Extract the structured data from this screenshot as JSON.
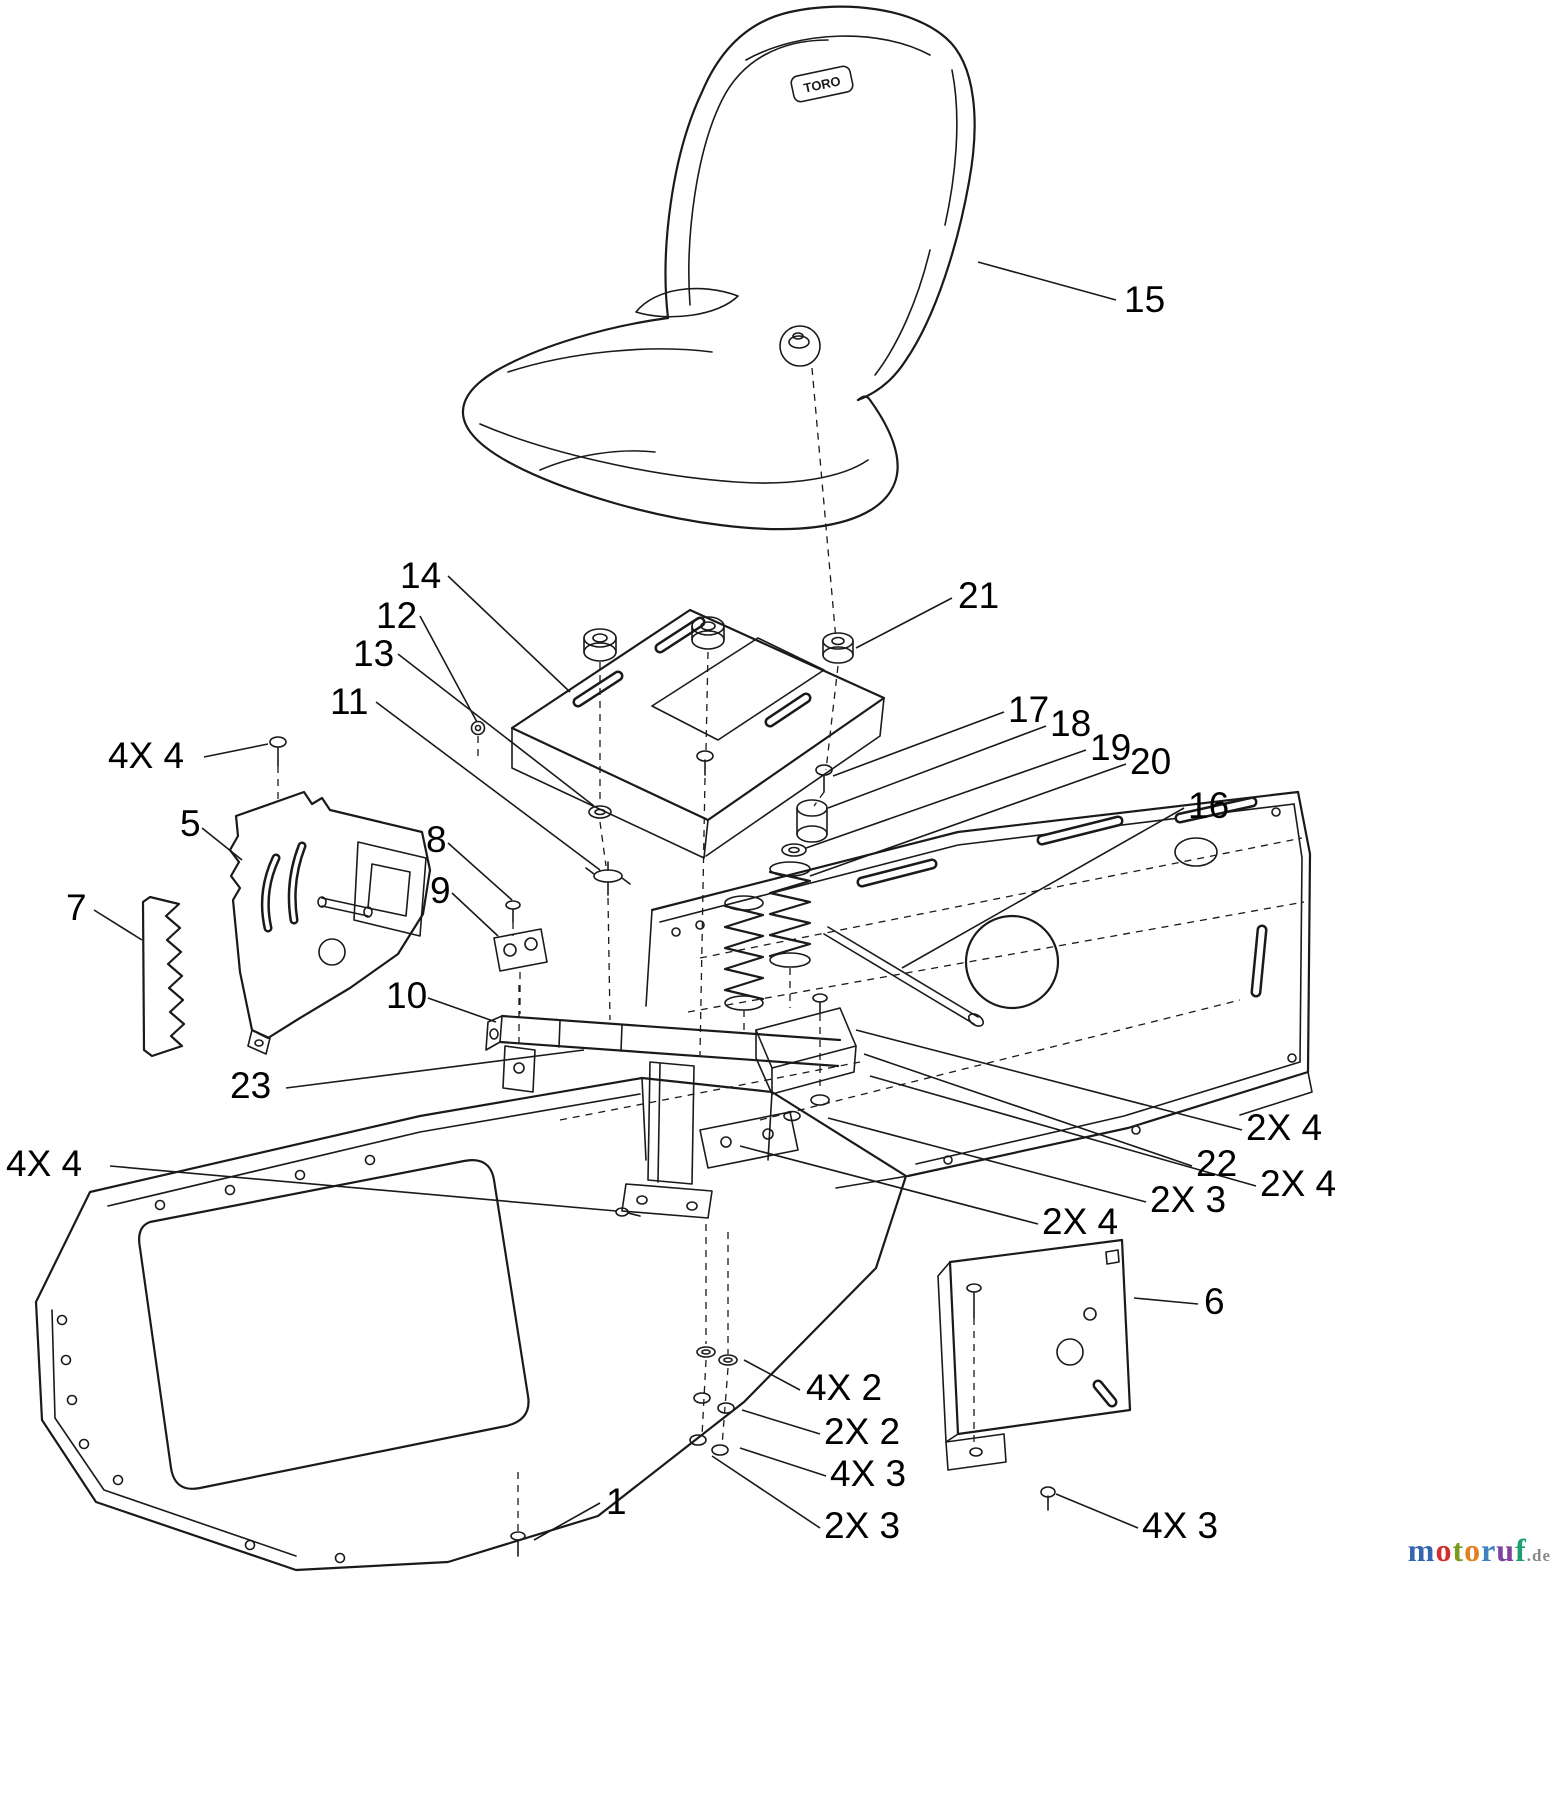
{
  "diagram": {
    "description": "Exploded parts diagram of riding mower seat assembly",
    "seat_logo": "TORO",
    "callouts": {
      "n1": {
        "label": "1"
      },
      "n5": {
        "label": "5"
      },
      "n6": {
        "label": "6"
      },
      "n7": {
        "label": "7"
      },
      "n8": {
        "label": "8"
      },
      "n9": {
        "label": "9"
      },
      "n10": {
        "label": "10"
      },
      "n11": {
        "label": "11"
      },
      "n12": {
        "label": "12"
      },
      "n13": {
        "label": "13"
      },
      "n14": {
        "label": "14"
      },
      "n15": {
        "label": "15"
      },
      "n16": {
        "label": "16"
      },
      "n17": {
        "label": "17"
      },
      "n18": {
        "label": "18"
      },
      "n19": {
        "label": "19"
      },
      "n20": {
        "label": "20"
      },
      "n21": {
        "label": "21"
      },
      "n22": {
        "label": "22"
      },
      "n23": {
        "label": "23"
      },
      "qty_4x4_top": {
        "label": "4X 4"
      },
      "qty_4x4_left": {
        "label": "4X 4"
      },
      "qty_2x4_a": {
        "label": "2X 4"
      },
      "qty_2x4_b": {
        "label": "2X 4"
      },
      "qty_2x4_c": {
        "label": "2X 4"
      },
      "qty_2x3_a": {
        "label": "2X 3"
      },
      "qty_2x3_b": {
        "label": "2X 3"
      },
      "qty_4x2": {
        "label": "4X 2"
      },
      "qty_2x2": {
        "label": "2X 2"
      },
      "qty_4x3_a": {
        "label": "4X 3"
      },
      "qty_4x3_b": {
        "label": "4X 3"
      }
    }
  },
  "watermark": {
    "suffix": ".de",
    "letters": [
      {
        "char": "m",
        "color": "#3565b0"
      },
      {
        "char": "o",
        "color": "#d03030"
      },
      {
        "char": "t",
        "color": "#7a9a20"
      },
      {
        "char": "o",
        "color": "#e08020"
      },
      {
        "char": "r",
        "color": "#4080c0"
      },
      {
        "char": "u",
        "color": "#8040a0"
      },
      {
        "char": "f",
        "color": "#20a070"
      }
    ]
  }
}
